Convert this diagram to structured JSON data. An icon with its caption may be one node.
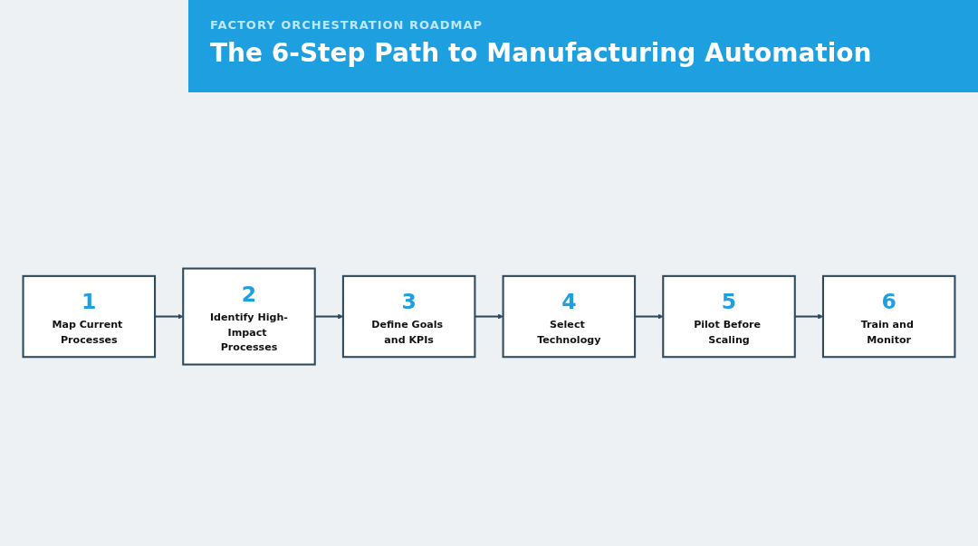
{
  "diagram": {
    "title": "The 6-Step Path to Manufacturing Automation",
    "nodes": [
      {
        "text": [
          "1",
          "Map Current Processes"
        ]
      },
      {
        "text": [
          "2",
          "Identify High-Impact Processes"
        ]
      },
      {
        "text": [
          "3",
          "Define Goals and KPIs"
        ]
      },
      {
        "text": [
          "4",
          "Select Technology"
        ]
      },
      {
        "text": [
          "5",
          "Pilot Before Scaling"
        ]
      },
      {
        "text": [
          "6",
          "Train and Monitor"
        ]
      }
    ],
    "edges": [
      {
        "from": 0,
        "to": 1,
        "arrow": "to"
      },
      {
        "from": 1,
        "to": 2,
        "arrow": "to"
      },
      {
        "from": 2,
        "to": 3,
        "arrow": "to"
      },
      {
        "from": 3,
        "to": 4,
        "arrow": "to"
      },
      {
        "from": 4,
        "to": 5,
        "arrow": "to"
      }
    ],
    "labels": [
      "FACTORY ORCHESTRATION ROADMAP"
    ]
  }
}
